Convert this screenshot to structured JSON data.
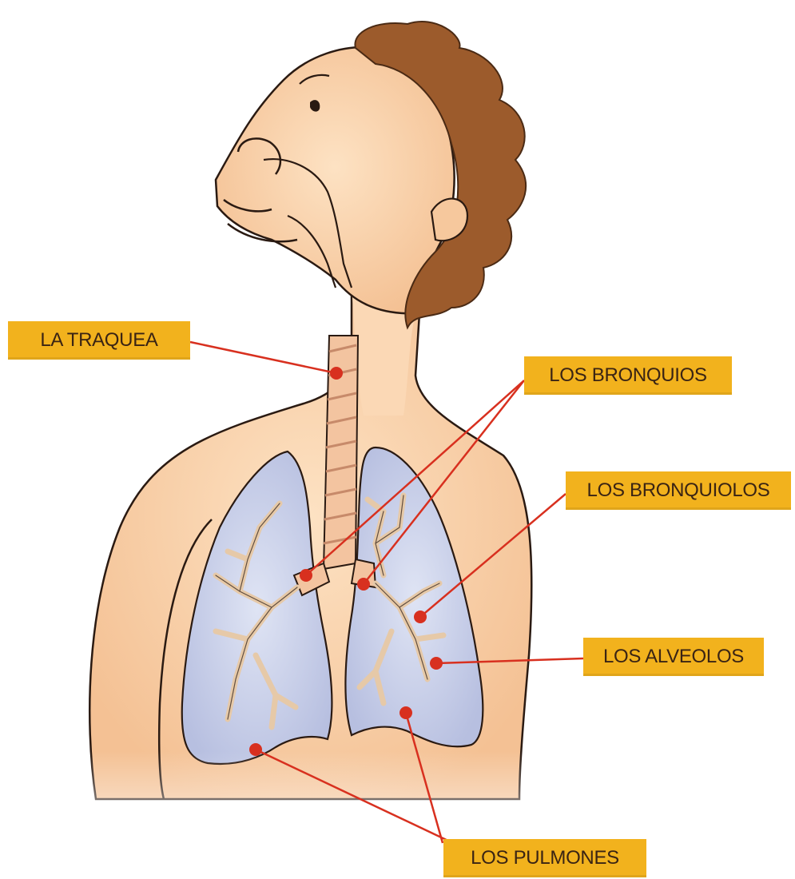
{
  "labels": {
    "traquea": "LA TRAQUEA",
    "bronquios": "LOS BRONQUIOS",
    "bronquiolos": "LOS BRONQUIOLOS",
    "alveolos": "LOS ALVEOLOS",
    "pulmones": "LOS PULMONES"
  },
  "colors": {
    "label_bg": "#f2b21d",
    "leader_line": "#d8301f",
    "skin": "#f9d3ab",
    "lung": "#c6cde8",
    "hair": "#9c5b2c"
  }
}
